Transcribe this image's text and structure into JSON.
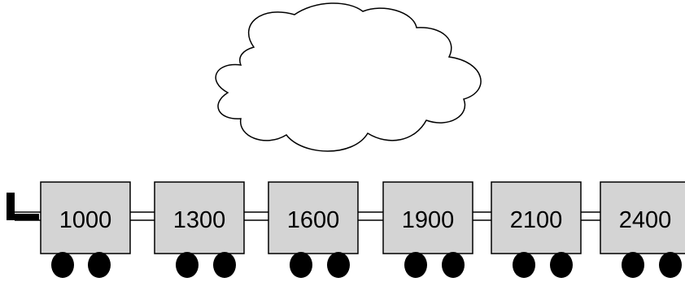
{
  "train": {
    "cars": [
      {
        "label": "1000"
      },
      {
        "label": "1300"
      },
      {
        "label": "1600"
      },
      {
        "label": "1900"
      },
      {
        "label": "2100"
      },
      {
        "label": "2400"
      }
    ]
  },
  "colors": {
    "car_fill": "#d4d4d4",
    "outline": "#000000",
    "wheel": "#000000",
    "cloud_fill": "#ffffff"
  }
}
